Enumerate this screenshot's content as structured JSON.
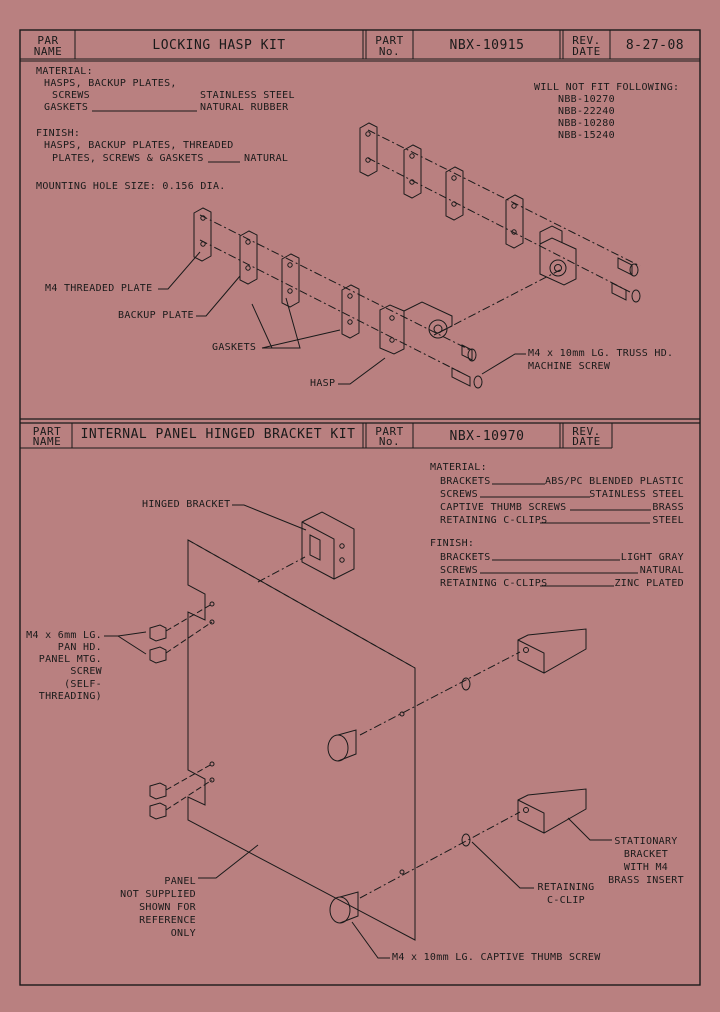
{
  "top": {
    "header": {
      "par_label": "PAR",
      "name_label": "NAME",
      "title": "LOCKING HASP KIT",
      "part_label": "PART",
      "no_label": "No.",
      "part_no": "NBX-10915",
      "rev_label": "REV.",
      "date_label": "DATE",
      "date": "8-27-08"
    },
    "material": [
      "MATERIAL:",
      "HASPS, BACKUP PLATES,",
      "SCREWS",
      "STAINLESS STEEL",
      "GASKETS",
      "NATURAL RUBBER"
    ],
    "finish": [
      "FINISH:",
      "HASPS, BACKUP PLATES, THREADED",
      "PLATES, SCREWS & GASKETS",
      "NATURAL"
    ],
    "mounting": "MOUNTING HOLE SIZE: 0.156 DIA.",
    "fits": [
      "WILL NOT FIT FOLLOWING:",
      "NBB-10270",
      "NBB-22240",
      "NBB-10280",
      "NBB-15240"
    ],
    "callouts": {
      "threaded": "M4 THREADED PLATE",
      "backup": "BACKUP PLATE",
      "gaskets": "GASKETS",
      "hasp": "HASP",
      "screw1": "M4 x 10mm LG. TRUSS HD.",
      "screw2": "MACHINE SCREW"
    }
  },
  "bottom": {
    "header": {
      "par_label": "PART",
      "name_label": "NAME",
      "title": "INTERNAL PANEL HINGED BRACKET KIT",
      "part_label": "PART",
      "no_label": "No.",
      "part_no": "NBX-10970",
      "rev_label": "REV.",
      "date_label": "DATE"
    },
    "material": {
      "label": "MATERIAL:",
      "rows": [
        [
          "BRACKETS",
          "ABS/PC BLENDED PLASTIC"
        ],
        [
          "SCREWS",
          "STAINLESS STEEL"
        ],
        [
          "CAPTIVE THUMB SCREWS",
          "BRASS"
        ],
        [
          "RETAINING C-CLIPS",
          "STEEL"
        ]
      ]
    },
    "finish": {
      "label": "FINISH:",
      "rows": [
        [
          "BRACKETS",
          "LIGHT GRAY"
        ],
        [
          "SCREWS",
          "NATURAL"
        ],
        [
          "RETAINING C-CLIPS",
          "ZINC PLATED"
        ]
      ]
    },
    "callouts": {
      "hinged": "HINGED BRACKET",
      "panel_screw": [
        "M4 x 6mm LG.",
        "PAN HD.",
        "PANEL MTG.",
        "SCREW",
        "(SELF-",
        "THREADING)"
      ],
      "stationary": [
        "STATIONARY",
        "BRACKET",
        "WITH M4",
        "BRASS INSERT"
      ],
      "retaining": [
        "RETAINING",
        "C-CLIP"
      ],
      "panel": [
        "PANEL",
        "NOT SUPPLIED",
        "SHOWN FOR",
        "REFERENCE",
        "ONLY"
      ],
      "thumb": "M4 x 10mm LG. CAPTIVE THUMB SCREW"
    }
  },
  "colors": {
    "background": "#b98080",
    "ink": "#1a1a1a"
  }
}
